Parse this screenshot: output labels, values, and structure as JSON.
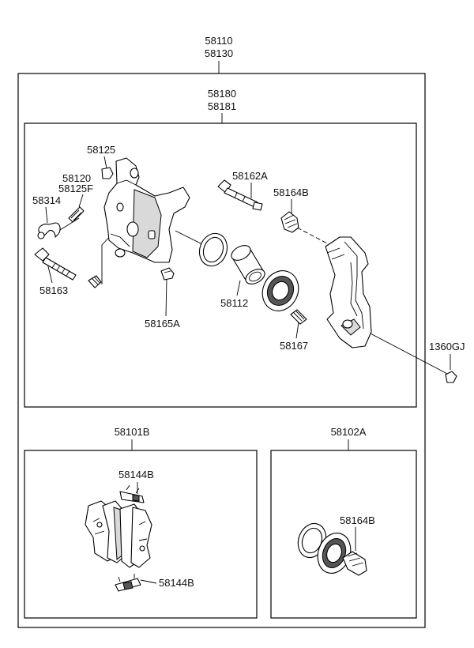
{
  "assembly_label_1": "58110",
  "assembly_label_2": "58130",
  "caliper_group": {
    "label_1": "58180",
    "label_2": "58181",
    "parts": {
      "p58125": "58125",
      "p58120": "58120",
      "p58125f": "58125F",
      "p58314": "58314",
      "p58163": "58163",
      "p58165a": "58165A",
      "p58162a": "58162A",
      "p58164b": "58164B",
      "p58112": "58112",
      "p58167": "58167"
    }
  },
  "outside_part": "1360GJ",
  "pad_kit": {
    "label": "58101B",
    "clip_top": "58144B",
    "clip_bottom": "58144B"
  },
  "seal_kit": {
    "label": "58102A",
    "boot": "58164B"
  }
}
